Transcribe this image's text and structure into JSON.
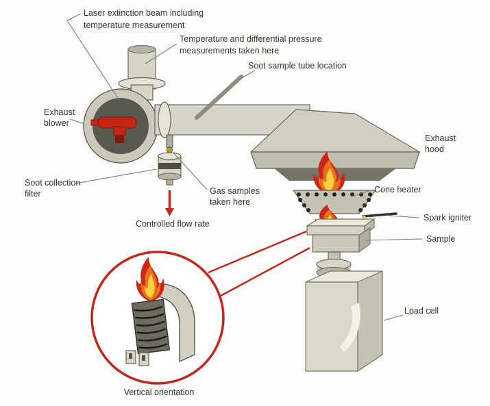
{
  "labels": {
    "laser_line1": "Laser extinction beam including",
    "laser_line2": "temperature measurement",
    "pressure_line1": "Temperature and differential pressure",
    "pressure_line2": "measurements taken here",
    "soot_tube": "Soot sample tube location",
    "blower_line1": "Exhaust",
    "blower_line2": "blower",
    "hood_line1": "Exhaust",
    "hood_line2": "hood",
    "cone_heater": "Cone heater",
    "spark_igniter": "Spark igniter",
    "sample": "Sample",
    "filter_line1": "Soot collection",
    "filter_line2": "filter",
    "gas_line1": "Gas samples",
    "gas_line2": "taken here",
    "controlled_flow": "Controlled flow rate",
    "load_cell": "Load cell",
    "vertical_orientation": "Vertical orientation"
  },
  "colors": {
    "accent_red": "#c0281c",
    "flame_red": "#c8271a",
    "flame_orange": "#e96f1e",
    "flame_yellow": "#f7d23e",
    "metal_light": "#d8d5c7",
    "metal_dark": "#8f8d7e",
    "text": "#35342e"
  }
}
